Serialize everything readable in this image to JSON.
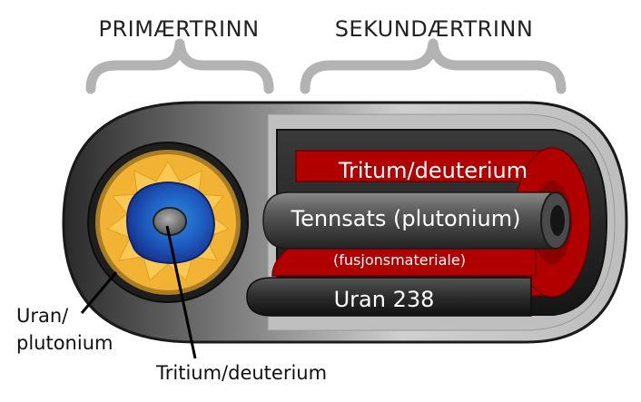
{
  "headers": {
    "primary": "PRIMÆRTRINN",
    "secondary": "SEKUNDÆRTRINN"
  },
  "labels": {
    "tritium_deuterium_secondary": "Tritum/deuterium",
    "spark_plug": "Tennsats (plutonium)",
    "fusion_material": "(fusjonsmateriale)",
    "uranium_238": "Uran 238",
    "uranium_plutonium_line1": "Uran/",
    "uranium_plutonium_line2": "plutonium",
    "tritium_deuterium_primary": "Tritium/deuterium"
  },
  "colors": {
    "brace": "#b3b3b3",
    "casing_dark": "#2b2b2b",
    "casing_light": "#c8c8c8",
    "fusion_red": "#b00000",
    "core_yellow": "#f2b233",
    "core_blue": "#1d4fae",
    "pit_gray": "#777777"
  }
}
